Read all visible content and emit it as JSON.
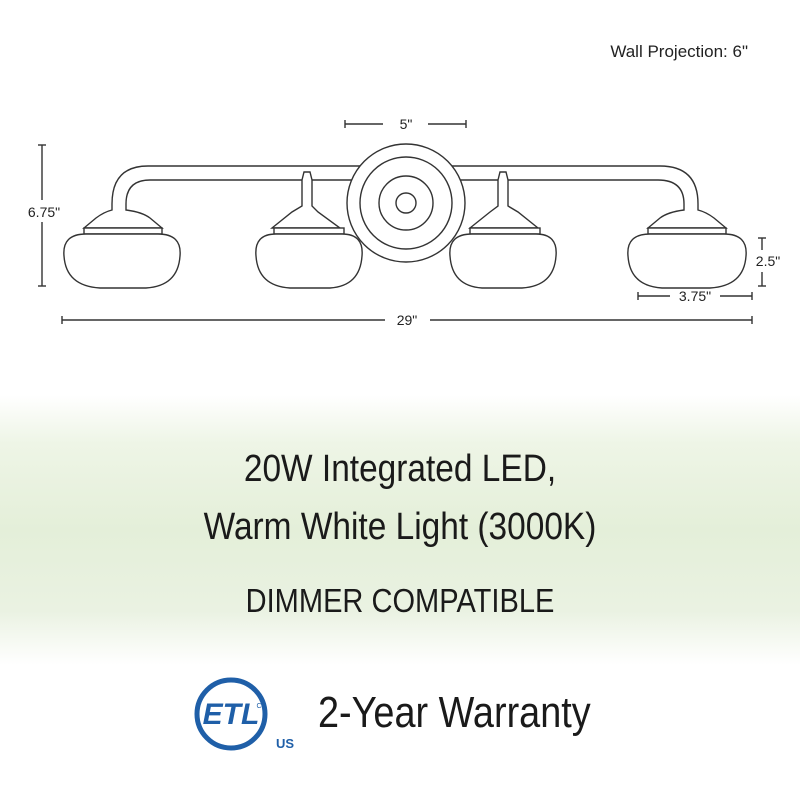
{
  "wall_projection": "Wall Projection: 6\"",
  "dimensions": {
    "canopy_width": "5\"",
    "height": "6.75\"",
    "shade_height": "2.5\"",
    "shade_width": "3.75\"",
    "overall_width": "29\""
  },
  "headline": {
    "line1": "20W Integrated LED,",
    "line2": "Warm White Light (3000K)"
  },
  "feature": "DIMMER COMPATIBLE",
  "certification": {
    "logo_text": "ETL",
    "sub_mark": "US",
    "c_mark": "C",
    "color": "#1f5fa8"
  },
  "warranty": "2-Year Warranty"
}
